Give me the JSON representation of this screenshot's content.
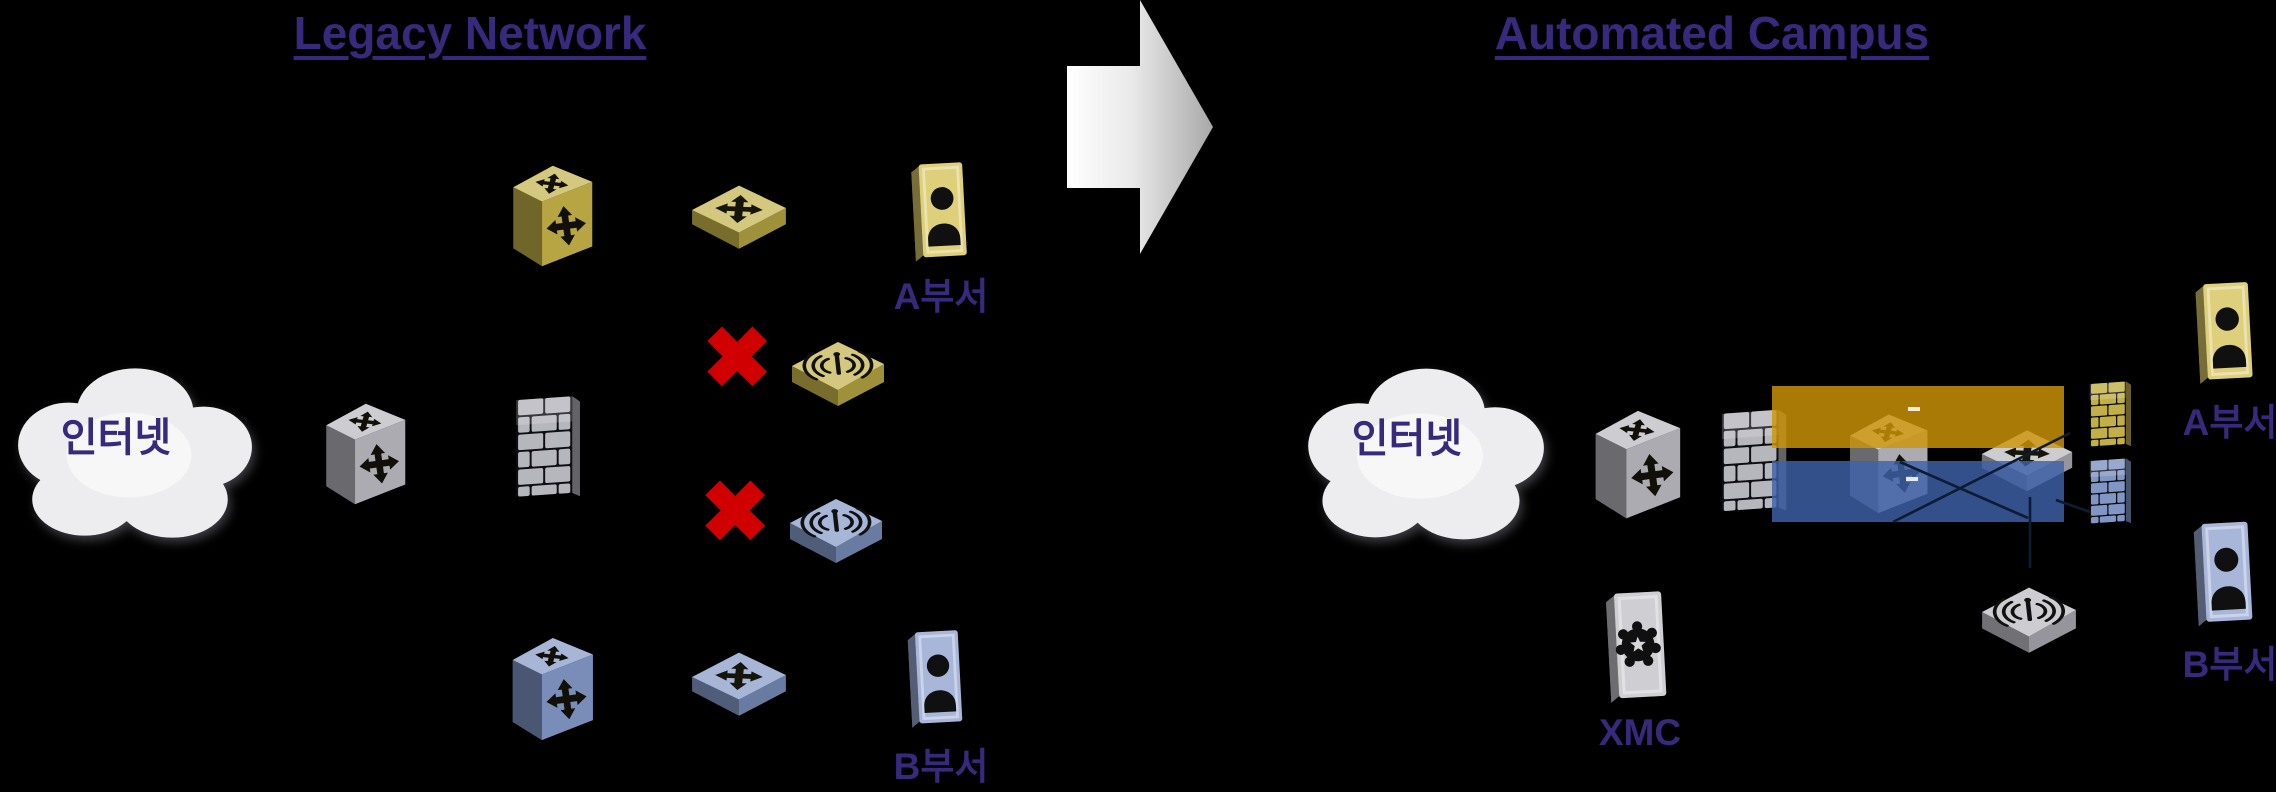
{
  "colors": {
    "background": "#000000",
    "heading": "#372a7d",
    "label": "#372a7d",
    "device_yellow": "#c2b047",
    "device_blue": "#8196c4",
    "device_silver": "#b6b6bd",
    "card_yellow": "#d9c766",
    "card_blue": "#9aaad4",
    "card_silver": "#c6c6cc",
    "red_x": "#d10000",
    "band_orange": "#d09508",
    "band_blue": "#3e61aa",
    "connection_line": "#0d1b33",
    "cloud_fill": "#ededf0"
  },
  "glyphs": {
    "blocked_x": "✖",
    "router_cube": "4-way-arrows-cube",
    "switch_flat": "4-way-arrows-flat-box",
    "access_point": "antenna-wave-box",
    "firewall": "brick-wall",
    "user_card": "person-silhouette-card",
    "xmc_card": "badge-shield-card",
    "cloud": "cloud-shape",
    "arrow": "right-gradient-arrow"
  },
  "legacy": {
    "title": "Legacy Network",
    "internet_label": "인터넷",
    "dept_a": "A부서",
    "dept_b": "B부서"
  },
  "automated": {
    "title": "Automated Campus",
    "internet_label": "인터넷",
    "dept_a": "A부서",
    "dept_b": "B부서",
    "xmc_label": "XMC"
  }
}
